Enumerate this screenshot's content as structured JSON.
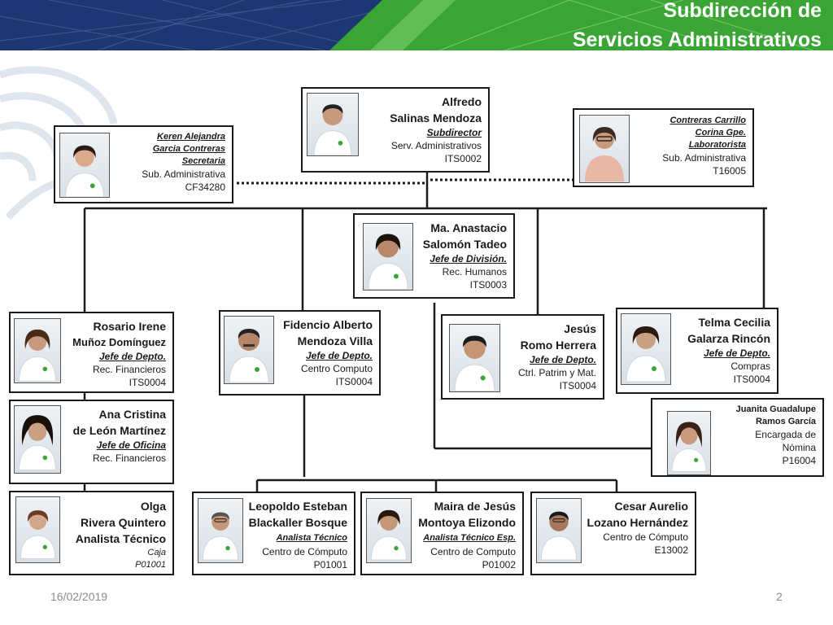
{
  "header": {
    "title_line1": "Subdirección de",
    "title_line2": "Servicios Administrativos",
    "colors": {
      "navy": "#1c3773",
      "green": "#3aa535",
      "white": "#ffffff"
    }
  },
  "people": {
    "alfredo": {
      "name1": "Alfredo",
      "name2": "Salinas Mendoza",
      "role": "Subdirector",
      "dept": "Serv. Administrativos",
      "code": "ITS0002"
    },
    "keren": {
      "name1": "Keren  Alejandra",
      "name2": "Garcia Contreras",
      "role": "Secretaria",
      "dept": "Sub. Administrativa",
      "code": "CF34280"
    },
    "contreras": {
      "name1": " Contreras Carrillo",
      "name2": "Corina Gpe.",
      "role": "Laboratorista",
      "dept": "Sub. Administrativa",
      "code": "T16005"
    },
    "anastacio": {
      "name1": "Ma. Anastacio",
      "name2": "Salomón Tadeo",
      "role": "Jefe de División.",
      "dept": "Rec.  Humanos",
      "code": "ITS0003"
    },
    "rosario": {
      "name1": "Rosario Irene",
      "name2": "Muñoz Domínguez",
      "role": "Jefe de Depto.",
      "dept": "Rec. Financieros",
      "code": "ITS0004"
    },
    "fidencio": {
      "name1": "Fidencio Alberto",
      "name2": "Mendoza Villa",
      "role": "Jefe de Depto.",
      "dept": "Centro Computo",
      "code": "ITS0004"
    },
    "jesus": {
      "name1": "Jesús",
      "name2": "Romo Herrera",
      "role": "Jefe de Depto.",
      "dept": "Ctrl. Patrim y Mat.",
      "code": "ITS0004"
    },
    "telma": {
      "name1": "Telma Cecilia",
      "name2": "Galarza Rincón",
      "role": "Jefe de Depto.",
      "dept": "Compras",
      "code": "ITS0004"
    },
    "ana": {
      "name1": "Ana Cristina",
      "name2": "de León Martínez",
      "role": "Jefe de Oficina",
      "dept": "Rec. Financieros"
    },
    "juanita": {
      "name1": "Juanita Guadalupe",
      "name2": "Ramos García",
      "role1": "Encargada de",
      "role2": "Nómina",
      "code": "P16004"
    },
    "olga": {
      "name1": "Olga",
      "name2": "Rivera Quintero",
      "role": "Analista Técnico",
      "dept": "Caja",
      "code": "P01001"
    },
    "leopoldo": {
      "name1": "Leopoldo Esteban",
      "name2": "Blackaller Bosque",
      "role": "Analista Técnico",
      "dept": "Centro de Cómputo",
      "code": "P01001"
    },
    "maira": {
      "name1": "Maira de Jesús",
      "name2": "Montoya Elizondo",
      "role": "Analista Técnico  Esp.",
      "dept": "Centro de Computo",
      "code": "P01002"
    },
    "cesar": {
      "name1": "Cesar Aurelio",
      "name2": "Lozano Hernández",
      "dept": "Centro de Cómputo",
      "code": "E13002"
    }
  },
  "footer": {
    "date": "16/02/2019",
    "page": "2"
  }
}
